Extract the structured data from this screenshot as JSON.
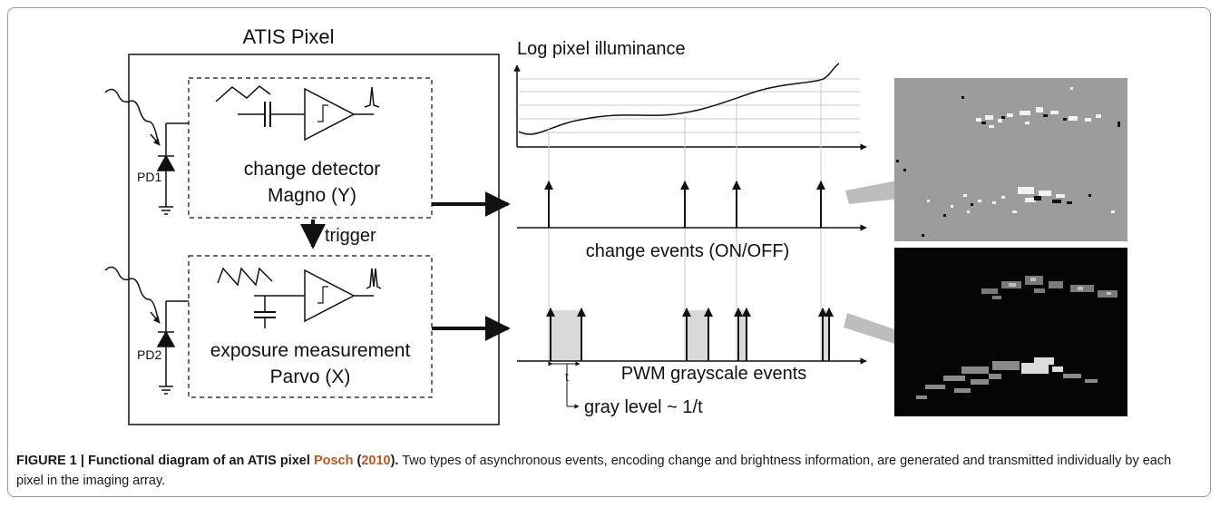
{
  "diagram": {
    "pixel_title": "ATIS Pixel",
    "blocks": {
      "change_detector": {
        "line1": "change detector",
        "line2": "Magno (Y)"
      },
      "exposure": {
        "line1": "exposure measurement",
        "line2": "Parvo (X)"
      }
    },
    "photodiodes": [
      "PD1",
      "PD2"
    ],
    "trigger_label": "trigger",
    "illuminance_label": "Log pixel illuminance",
    "change_events_label": "change events (ON/OFF)",
    "pwm_label": "PWM grayscale events",
    "t_label": "t",
    "gray_level_label": "gray level ~ 1/t",
    "colors": {
      "line": "#111111",
      "guide": "#c8c8c8",
      "pwm_fill": "#d9d9d9",
      "arrow_gray": "#bdbdbd",
      "change_image_bg": "#9c9c9c",
      "gray_image_bg": "#050505"
    }
  },
  "caption": {
    "head": "FIGURE 1 | Functional diagram of an ATIS pixel",
    "cite_author": "Posch",
    "cite_year": "2010",
    "after_cite": ").",
    "body": " Two types of asynchronous events, encoding change and brightness information, are generated and transmitted individually by each pixel in the imaging array."
  }
}
